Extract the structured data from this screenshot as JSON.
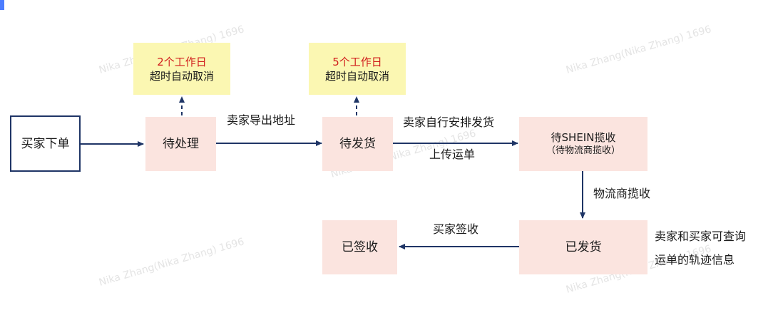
{
  "nodes": {
    "buyer_order": "买家下单",
    "pending": "待处理",
    "to_ship": "待发货",
    "await_pickup": "待SHEIN揽收",
    "await_pickup_sub": "（待物流商揽收）",
    "shipped": "已发货",
    "received": "已签收"
  },
  "timeouts": {
    "pending_days": "2个工作日",
    "pending_action": "超时自动取消",
    "ship_days": "5个工作日",
    "ship_action": "超时自动取消"
  },
  "edges": {
    "export_address": "卖家导出地址",
    "self_ship": "卖家自行安排发货",
    "upload_waybill": "上传运单",
    "carrier_pickup": "物流商揽收",
    "buyer_sign": "买家签收"
  },
  "notes": {
    "tracking_line1": "卖家和买家可查询",
    "tracking_line2": "运单的轨迹信息"
  },
  "watermark": "Nika Zhang(Nika Zhang) 1696",
  "colors": {
    "line": "#1f3566",
    "node_fill": "#fbe4df",
    "timeout_fill": "#fbf7b2",
    "highlight": "#d01c1c"
  }
}
